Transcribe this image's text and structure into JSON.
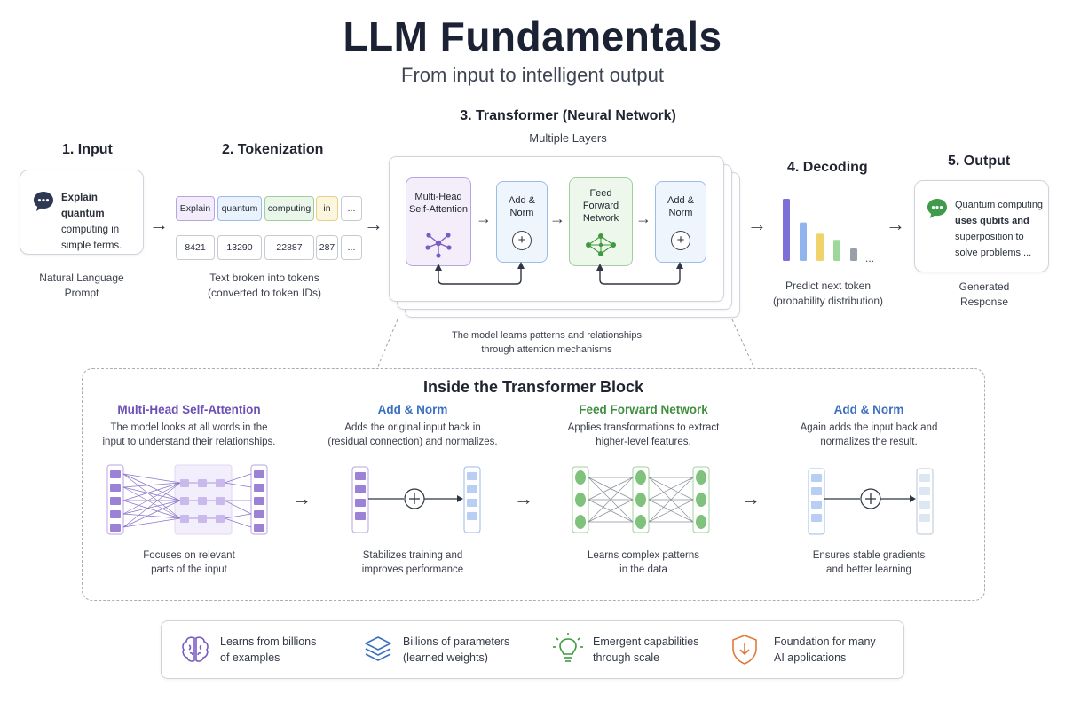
{
  "header": {
    "title": "LLM Fundamentals",
    "subtitle": "From input to intelligent output"
  },
  "steps": {
    "input": {
      "heading": "1. Input",
      "prompt_line1": "Explain quantum",
      "prompt_line2": "computing in",
      "prompt_line3": "simple terms.",
      "caption_line1": "Natural Language",
      "caption_line2": "Prompt"
    },
    "tokenization": {
      "heading": "2. Tokenization",
      "tokens": [
        "Explain",
        "quantum",
        "computing",
        "in",
        "..."
      ],
      "token_ids": [
        "8421",
        "13290",
        "22887",
        "287",
        "..."
      ],
      "caption_line1": "Text broken into tokens",
      "caption_line2": "(converted to token IDs)"
    },
    "transformer": {
      "heading": "3. Transformer (Neural Network)",
      "subheading": "Multiple Layers",
      "mhsa_line1": "Multi-Head",
      "mhsa_line2": "Self-Attention",
      "addnorm_line1": "Add &",
      "addnorm_line2": "Norm",
      "ffn_line1": "Feed",
      "ffn_line2": "Forward",
      "ffn_line3": "Network",
      "caption_line1": "The model learns patterns and relationships",
      "caption_line2": "through attention mechanisms"
    },
    "decoding": {
      "heading": "4. Decoding",
      "ellipsis": "...",
      "caption_line1": "Predict next token",
      "caption_line2": "(probability distribution)",
      "bars": [
        {
          "value": 1.0,
          "color": "#7d6fd8"
        },
        {
          "value": 0.62,
          "color": "#8fb4ee"
        },
        {
          "value": 0.44,
          "color": "#f0d36a"
        },
        {
          "value": 0.34,
          "color": "#9dd79a"
        },
        {
          "value": 0.2,
          "color": "#9aa0aa"
        }
      ]
    },
    "output": {
      "heading": "5. Output",
      "line1": "Quantum computing",
      "line2": "uses qubits and",
      "line3": "superposition to",
      "line4": "solve problems ...",
      "caption_line1": "Generated",
      "caption_line2": "Response"
    }
  },
  "inside": {
    "title": "Inside the Transformer Block",
    "sections": [
      {
        "heading": "Multi-Head Self-Attention",
        "color": "#6b4fb6",
        "desc_line1": "The model looks at all words in the",
        "desc_line2": "input to understand their relationships.",
        "foot_line1": "Focuses on relevant",
        "foot_line2": "parts of the input"
      },
      {
        "heading": "Add & Norm",
        "color": "#3b6fc2",
        "desc_line1": "Adds the original input back in",
        "desc_line2": "(residual connection) and normalizes.",
        "foot_line1": "Stabilizes training and",
        "foot_line2": "improves performance"
      },
      {
        "heading": "Feed Forward Network",
        "color": "#3f8f3f",
        "desc_line1": "Applies transformations to extract",
        "desc_line2": "higher-level features.",
        "foot_line1": "Learns complex patterns",
        "foot_line2": "in the data"
      },
      {
        "heading": "Add & Norm",
        "color": "#3b6fc2",
        "desc_line1": "Again adds the input back and",
        "desc_line2": "normalizes the result.",
        "foot_line1": "Ensures stable gradients",
        "foot_line2": "and better learning"
      }
    ]
  },
  "features": [
    {
      "icon": "brain-icon",
      "color": "#7a5cc4",
      "line1": "Learns from billions",
      "line2": "of examples"
    },
    {
      "icon": "layers-icon",
      "color": "#3b6fc2",
      "line1": "Billions of parameters",
      "line2": "(learned weights)"
    },
    {
      "icon": "lightbulb-icon",
      "color": "#3f9a3f",
      "line1": "Emergent capabilities",
      "line2": "through scale"
    },
    {
      "icon": "shield-icon",
      "color": "#e07a3a",
      "line1": "Foundation for many",
      "line2": "AI applications"
    }
  ]
}
